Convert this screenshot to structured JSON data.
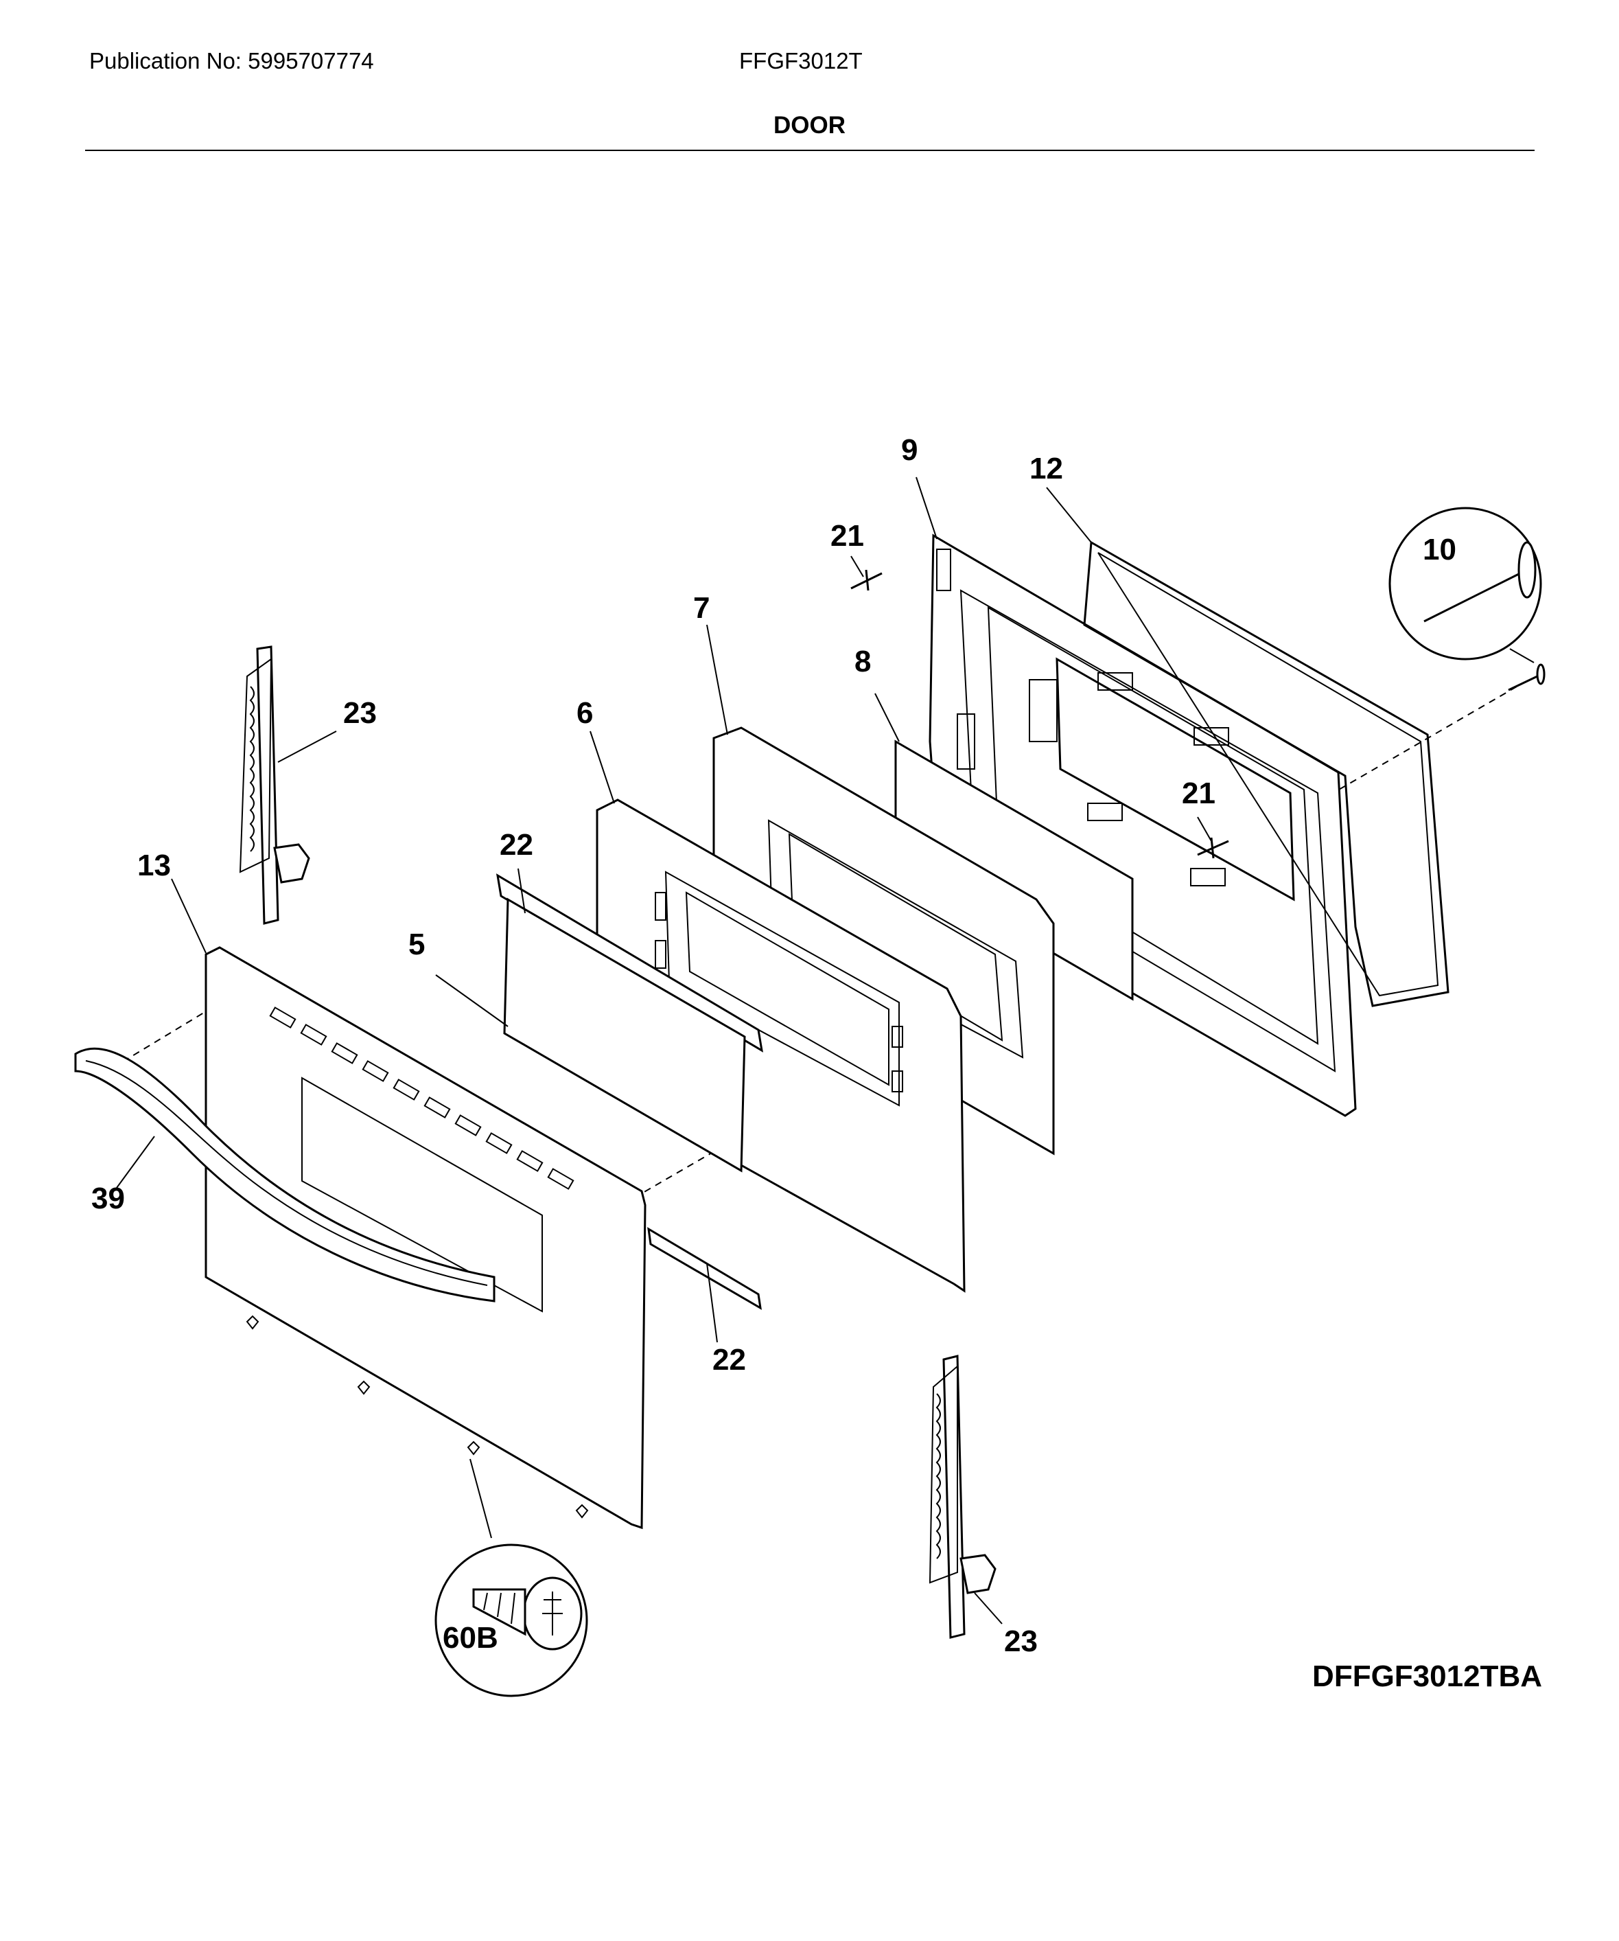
{
  "header": {
    "publication": "Publication No: 5995707774",
    "model": "FFGF3012T",
    "section_title": "DOOR"
  },
  "footer": {
    "diagram_code": "DFFGF3012TBA"
  },
  "callouts": {
    "c9": "9",
    "c12": "12",
    "c21a": "21",
    "c10": "10",
    "c7": "7",
    "c8": "8",
    "c23a": "23",
    "c6": "6",
    "c21b": "21",
    "c22a": "22",
    "c13": "13",
    "c5": "5",
    "c39": "39",
    "c22b": "22",
    "c60b": "60B",
    "c23b": "23"
  }
}
